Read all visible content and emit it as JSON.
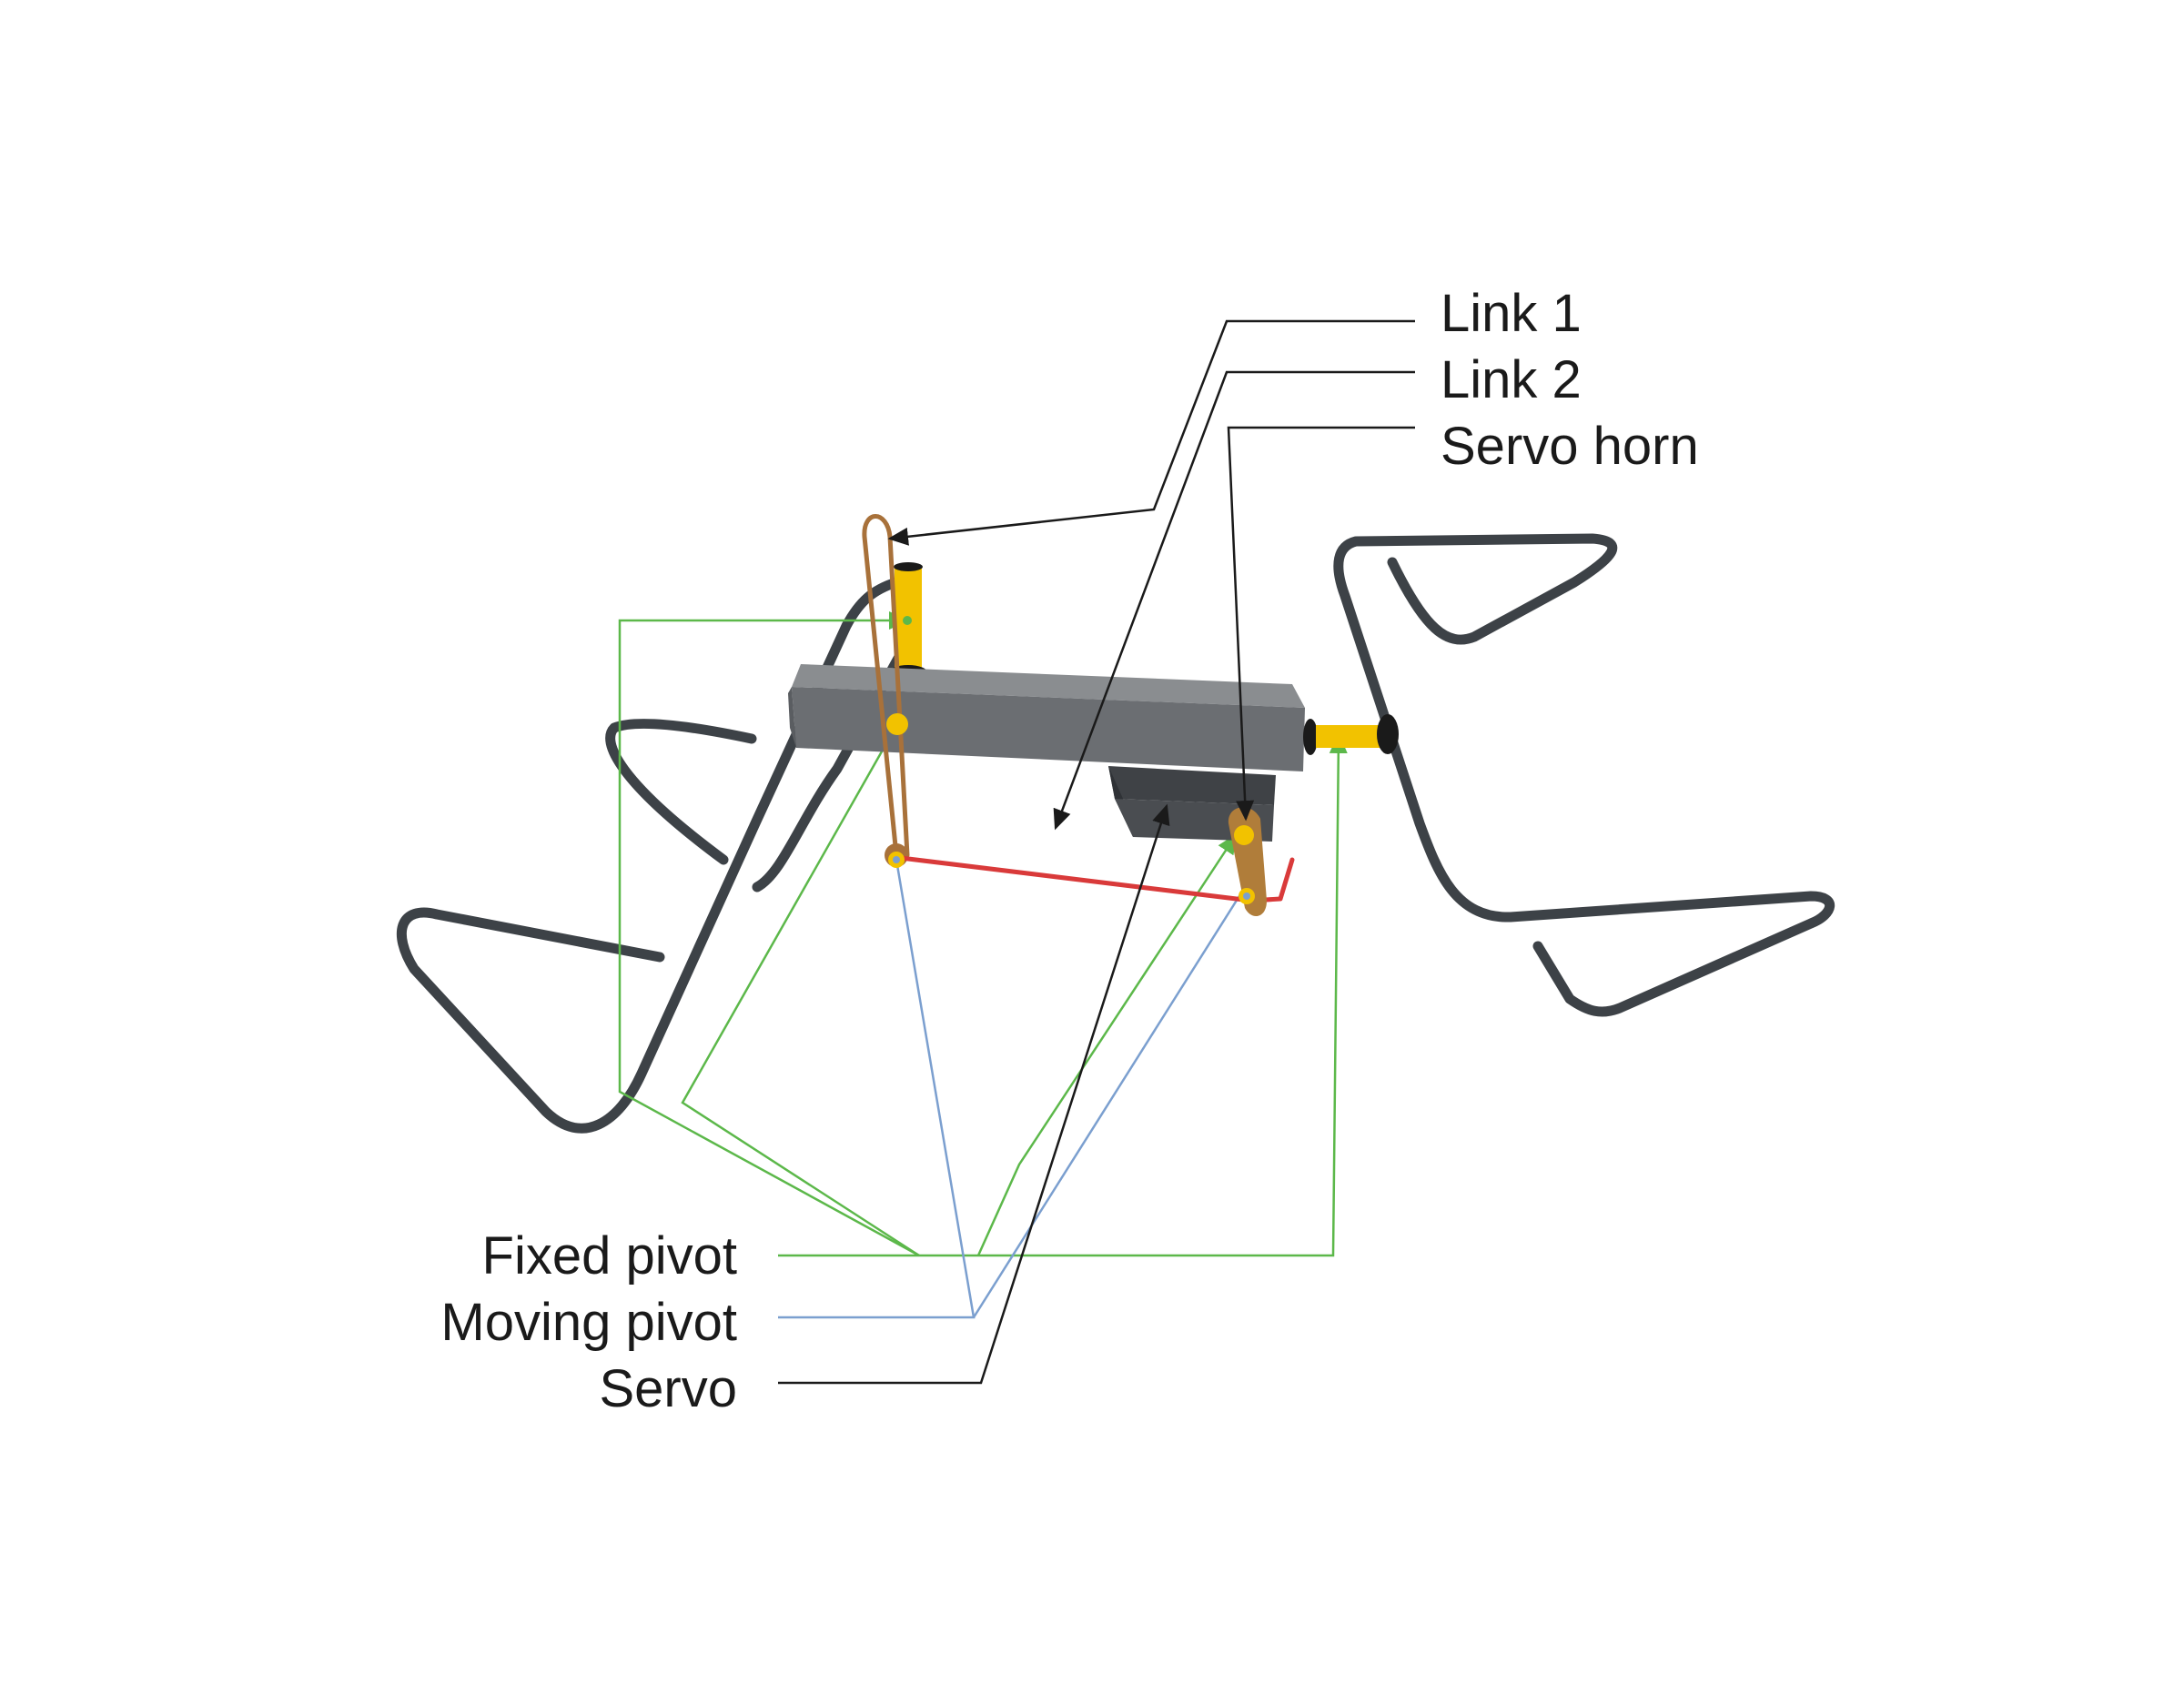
{
  "labels": {
    "link1": "Link 1",
    "link2": "Link 2",
    "servo_horn": "Servo horn",
    "fixed_pivot": "Fixed pivot",
    "moving_pivot": "Moving pivot",
    "servo": "Servo"
  },
  "colors": {
    "wire": "#3d4247",
    "beam_top": "#8a8d90",
    "beam_front": "#6b6e72",
    "servo_body": "#4a4d51",
    "pin": "#f2c200",
    "link1": "#a8713a",
    "link2": "#d93a3a",
    "horn": "#b07d3a",
    "fixed_pivot_leader": "#5cb84a",
    "moving_pivot_leader": "#7b9fcf",
    "leader_black": "#1a1a1a"
  }
}
